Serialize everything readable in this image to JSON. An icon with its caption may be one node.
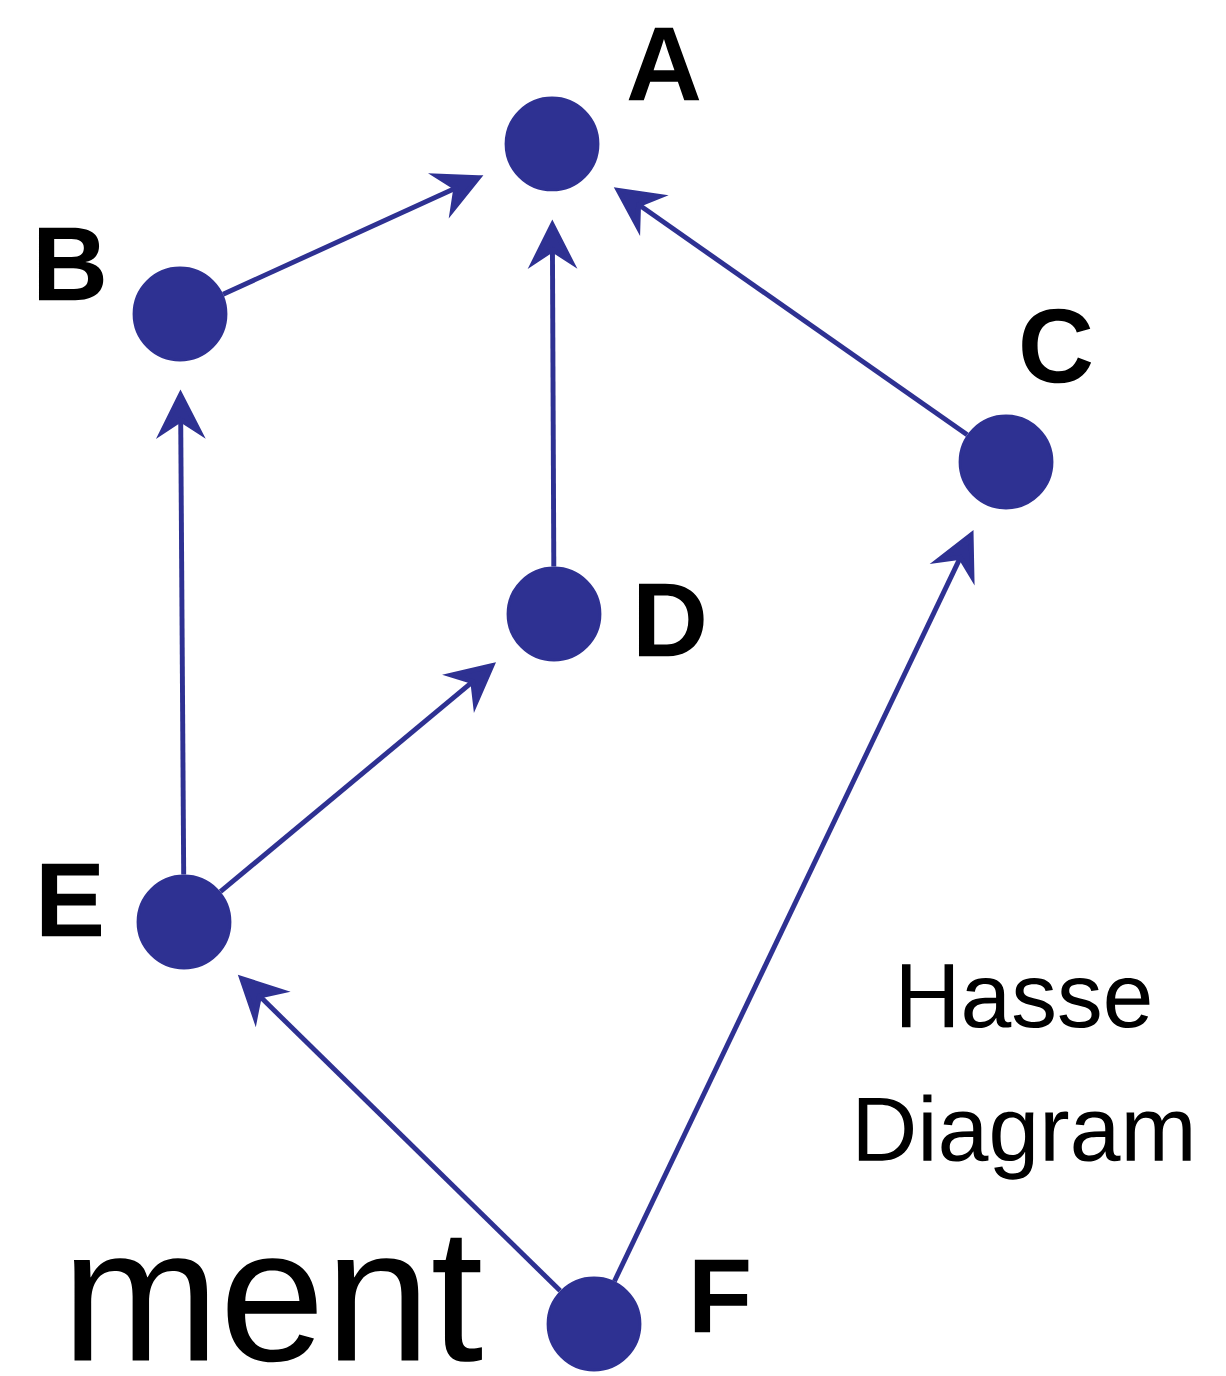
{
  "diagram": {
    "nodes": [
      {
        "text": [],
        "shape": "circle",
        "beside": [
          "A"
        ]
      },
      {
        "text": [],
        "shape": "circle",
        "beside": [
          "B"
        ]
      },
      {
        "text": [],
        "shape": "circle",
        "beside": [
          "C"
        ]
      },
      {
        "text": [],
        "shape": "circle",
        "beside": [
          "D"
        ]
      },
      {
        "text": [],
        "shape": "circle",
        "beside": [
          "E"
        ]
      },
      {
        "text": [],
        "shape": "circle",
        "beside": [
          "F"
        ]
      }
    ],
    "edges": [
      {
        "from": 1,
        "to": 0,
        "arrow": "to"
      },
      {
        "from": 3,
        "to": 0,
        "arrow": "to"
      },
      {
        "from": 2,
        "to": 0,
        "arrow": "to"
      },
      {
        "from": 4,
        "to": 1,
        "arrow": "to"
      },
      {
        "from": 4,
        "to": 3,
        "arrow": "to"
      },
      {
        "from": 5,
        "to": 4,
        "arrow": "to"
      },
      {
        "from": 5,
        "to": 2,
        "arrow": "to"
      }
    ],
    "labels": [
      "Hasse Diagram",
      "ment"
    ]
  }
}
